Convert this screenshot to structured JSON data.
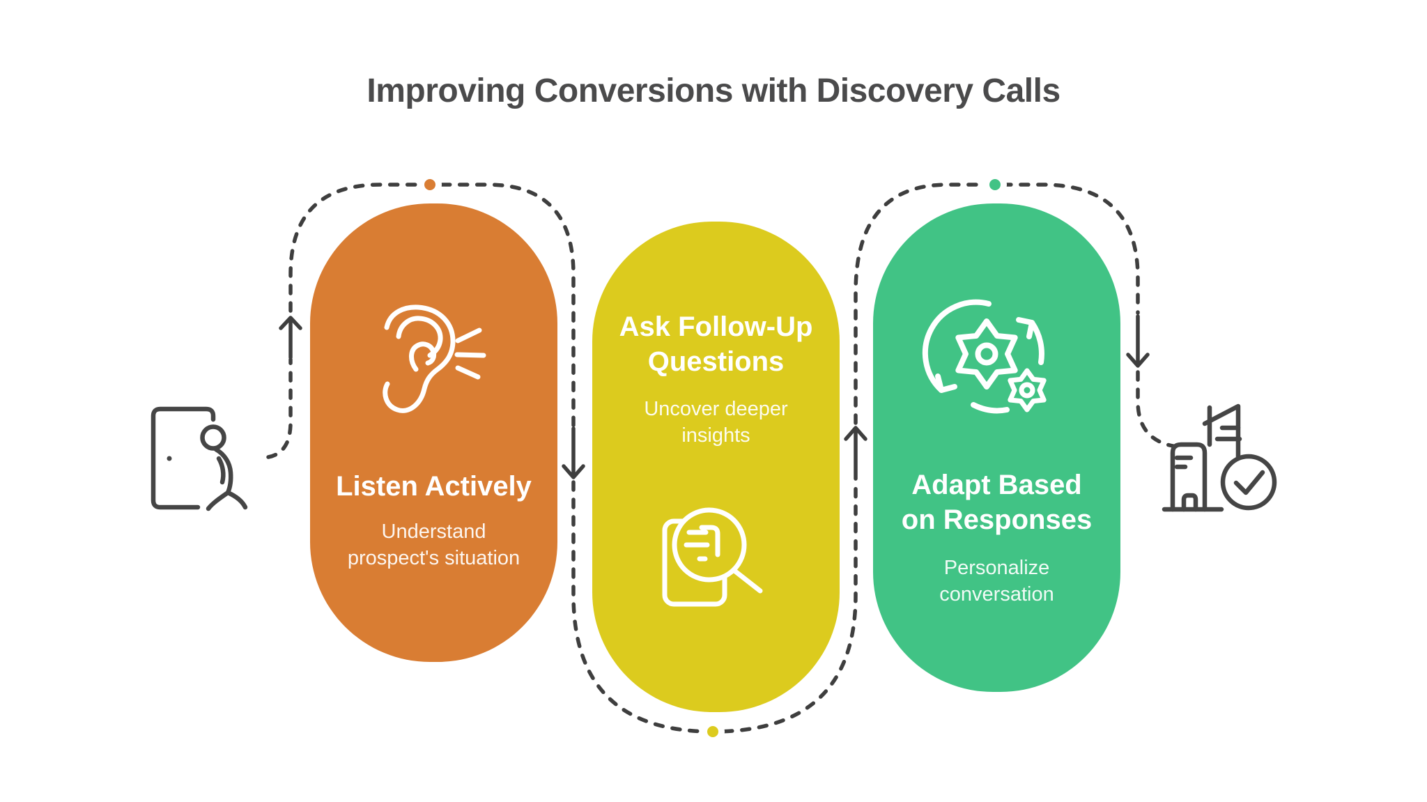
{
  "title": "Improving Conversions with Discovery Calls",
  "steps": [
    {
      "id": "listen-actively",
      "title_lines": [
        "Listen Actively"
      ],
      "subtitle_lines": [
        "Understand",
        "prospect's situation"
      ],
      "color": "#D97D33",
      "icon": "ear-listening-icon"
    },
    {
      "id": "ask-follow-up-questions",
      "title_lines": [
        "Ask Follow-Up",
        "Questions"
      ],
      "subtitle_lines": [
        "Uncover deeper",
        "insights"
      ],
      "color": "#DCCB1E",
      "icon": "magnifier-document-icon"
    },
    {
      "id": "adapt-based-on-responses",
      "title_lines": [
        "Adapt Based",
        "on Responses"
      ],
      "subtitle_lines": [
        "Personalize",
        "conversation"
      ],
      "color": "#41C385",
      "icon": "gears-sync-icon"
    }
  ],
  "flow": {
    "start_icon": "person-exit-door-icon",
    "end_icon": "building-check-icon",
    "line_color": "#3E3E3E",
    "side_icon_color": "#454545",
    "title_color": "#4A4A4B",
    "card_icon_color": "#FFFFFF"
  }
}
